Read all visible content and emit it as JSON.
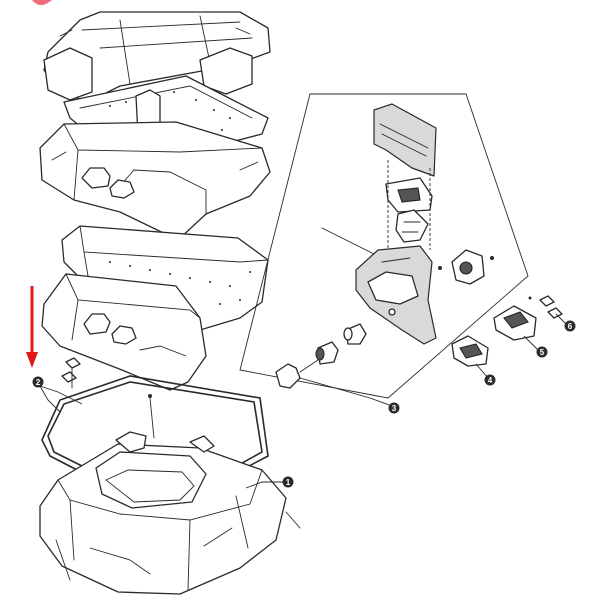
{
  "diagram": {
    "callouts": [
      {
        "label": "1"
      },
      {
        "label": "2"
      },
      {
        "label": "3"
      },
      {
        "label": "4"
      },
      {
        "label": "5"
      },
      {
        "label": "6"
      }
    ],
    "colors": {
      "line": "#2a2a2a",
      "shade": "#d9d9d9",
      "arrow": "#e01818",
      "corner_mark": "#f26b7a",
      "background": "#ffffff"
    }
  }
}
